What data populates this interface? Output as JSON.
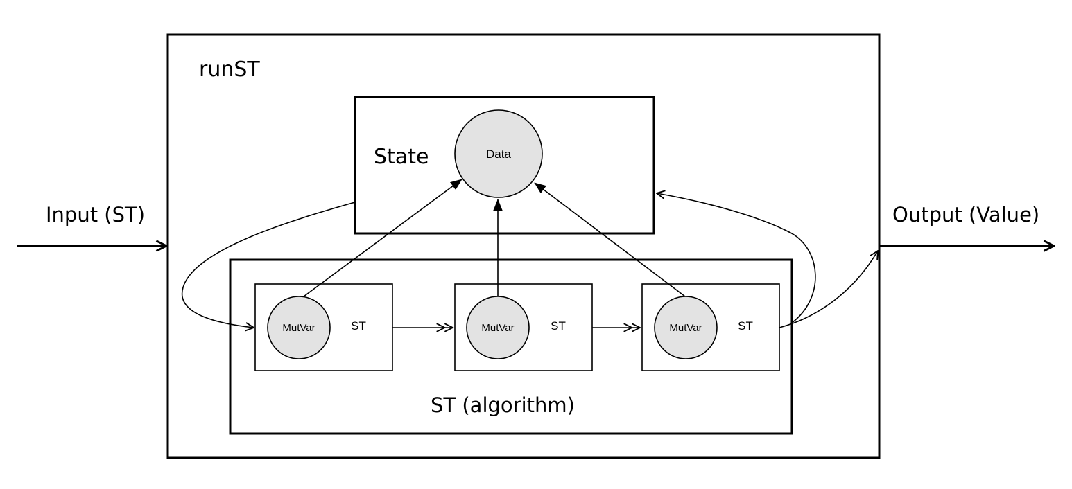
{
  "labels": {
    "input": "Input (ST)",
    "output": "Output (Value)",
    "run_st": "runST",
    "state": "State",
    "data": "Data",
    "algorithm": "ST (algorithm)"
  },
  "steps": [
    {
      "mutvar": "MutVar",
      "st": "ST"
    },
    {
      "mutvar": "MutVar",
      "st": "ST"
    },
    {
      "mutvar": "MutVar",
      "st": "ST"
    }
  ],
  "colors": {
    "stroke": "#000000",
    "circle_fill": "#e3e3e3",
    "background": "#ffffff"
  }
}
